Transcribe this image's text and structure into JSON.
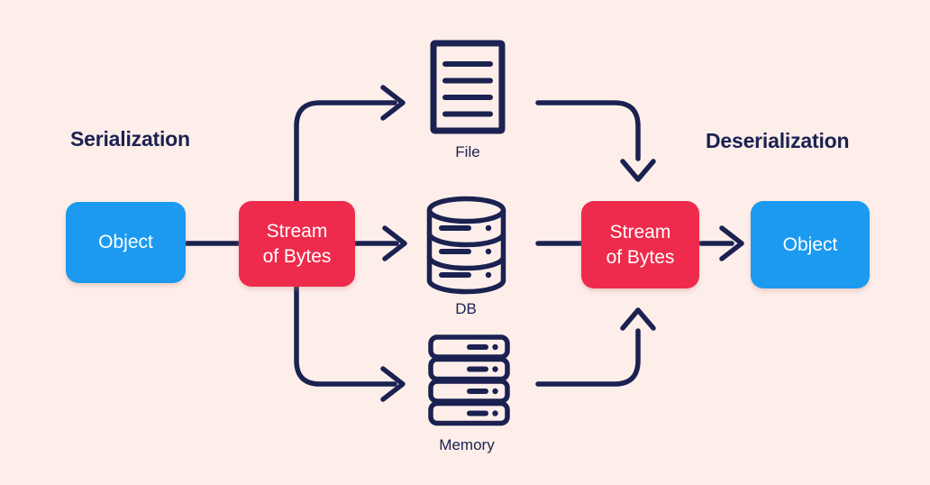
{
  "diagram": {
    "left_heading": "Serialization",
    "right_heading": "Deserialization",
    "left_object_label": "Object",
    "left_stream_label": "Stream\nof Bytes",
    "right_stream_label": "Stream\nof Bytes",
    "right_object_label": "Object",
    "targets": [
      {
        "id": "file",
        "label": "File",
        "icon": "file-icon"
      },
      {
        "id": "db",
        "label": "DB",
        "icon": "database-icon"
      },
      {
        "id": "memory",
        "label": "Memory",
        "icon": "server-stack-icon"
      }
    ],
    "colors": {
      "background": "#fdeeea",
      "navy": "#1b2150",
      "blue": "#1b9af0",
      "red": "#ee2b4c",
      "box_text": "#ffffff"
    }
  }
}
